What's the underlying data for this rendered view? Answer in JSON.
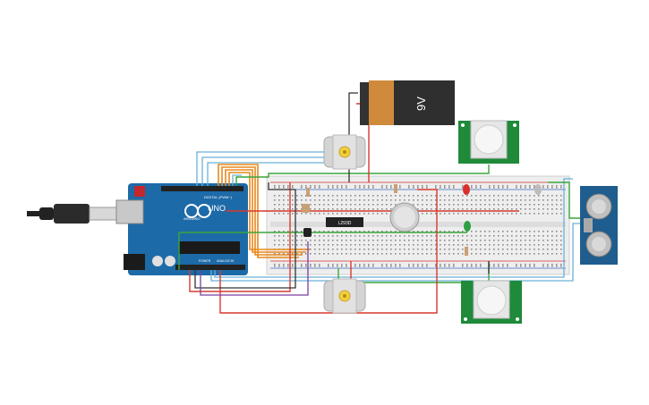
{
  "battery": {
    "label": "9V",
    "body_color": "#2f2f2f",
    "cap_color": "#d08a3c"
  },
  "arduino": {
    "board_color": "#1d6aa8",
    "uno_label": "UNO",
    "brand_label": "ARDUINO",
    "digital_label": "DIGITAL (PWM~)",
    "power_label": "POWER",
    "analog_label": "ANALOG IN"
  },
  "driver_chip": {
    "label": "L293D"
  },
  "pir_sensors": [
    {
      "id": "pir-top"
    },
    {
      "id": "pir-bottom"
    }
  ],
  "ultrasonic": {
    "id": "hc-sr04"
  },
  "motors": [
    {
      "id": "motor-top"
    },
    {
      "id": "motor-bottom"
    }
  ],
  "leds": [
    {
      "id": "led-red",
      "color": "#d9302c"
    },
    {
      "id": "led-green",
      "color": "#2ea043"
    },
    {
      "id": "led-white",
      "color": "#bcbcbc"
    }
  ],
  "wire_colors": {
    "red": "#d63a2f",
    "orange": "#e8891d",
    "blue": "#6ab0d8",
    "green": "#3aa63a",
    "black": "#333333",
    "purple": "#7a3fa0"
  }
}
